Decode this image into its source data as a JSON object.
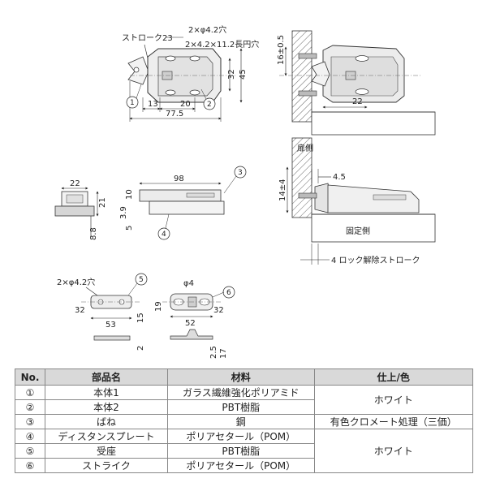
{
  "diagram": {
    "top_view": {
      "label_stroke": "ストローク23",
      "label_hole": "2×φ4.2穴",
      "label_slot": "2×4.2×11.2長円穴",
      "dims": [
        "13",
        "20",
        "77.5",
        "32",
        "45"
      ],
      "callouts": [
        "1",
        "2"
      ]
    },
    "cabinet_view": {
      "dim_vertical": "16±0.5",
      "dim_22": "22"
    },
    "section_view": {
      "label_door": "扉側",
      "label_fixed": "固定側",
      "dim_45": "4.5",
      "dim_14": "14±4",
      "label_stroke": "4 ロック解除ストローク"
    },
    "spacer_view": {
      "dims": [
        "22",
        "21",
        "8.8"
      ]
    },
    "spring_view": {
      "dims": [
        "98",
        "10",
        "3.9",
        "5"
      ],
      "callouts": [
        "3",
        "4"
      ]
    },
    "seat_view": {
      "label_hole": "2×φ4.2穴",
      "dims": [
        "32",
        "53",
        "15",
        "2"
      ],
      "callout": "5"
    },
    "strike_view": {
      "label_dia": "φ4",
      "dims": [
        "19",
        "52",
        "32",
        "2.5",
        "17"
      ],
      "callout": "6"
    }
  },
  "table": {
    "headers": [
      "No.",
      "部品名",
      "材料",
      "仕上/色"
    ],
    "rows": [
      {
        "no": "①",
        "name": "本体1",
        "material": "ガラス繊維強化ポリアミド"
      },
      {
        "no": "②",
        "name": "本体2",
        "material": "PBT樹脂"
      },
      {
        "no": "③",
        "name": "ばね",
        "material": "鋼",
        "finish": "有色クロメート処理（三価）"
      },
      {
        "no": "④",
        "name": "ディスタンスプレート",
        "material": "ポリアセタール（POM）"
      },
      {
        "no": "⑤",
        "name": "受座",
        "material": "PBT樹脂"
      },
      {
        "no": "⑥",
        "name": "ストライク",
        "material": "ポリアセタール（POM）"
      }
    ],
    "finish_white_top": "ホワイト",
    "finish_white_bottom": "ホワイト"
  }
}
